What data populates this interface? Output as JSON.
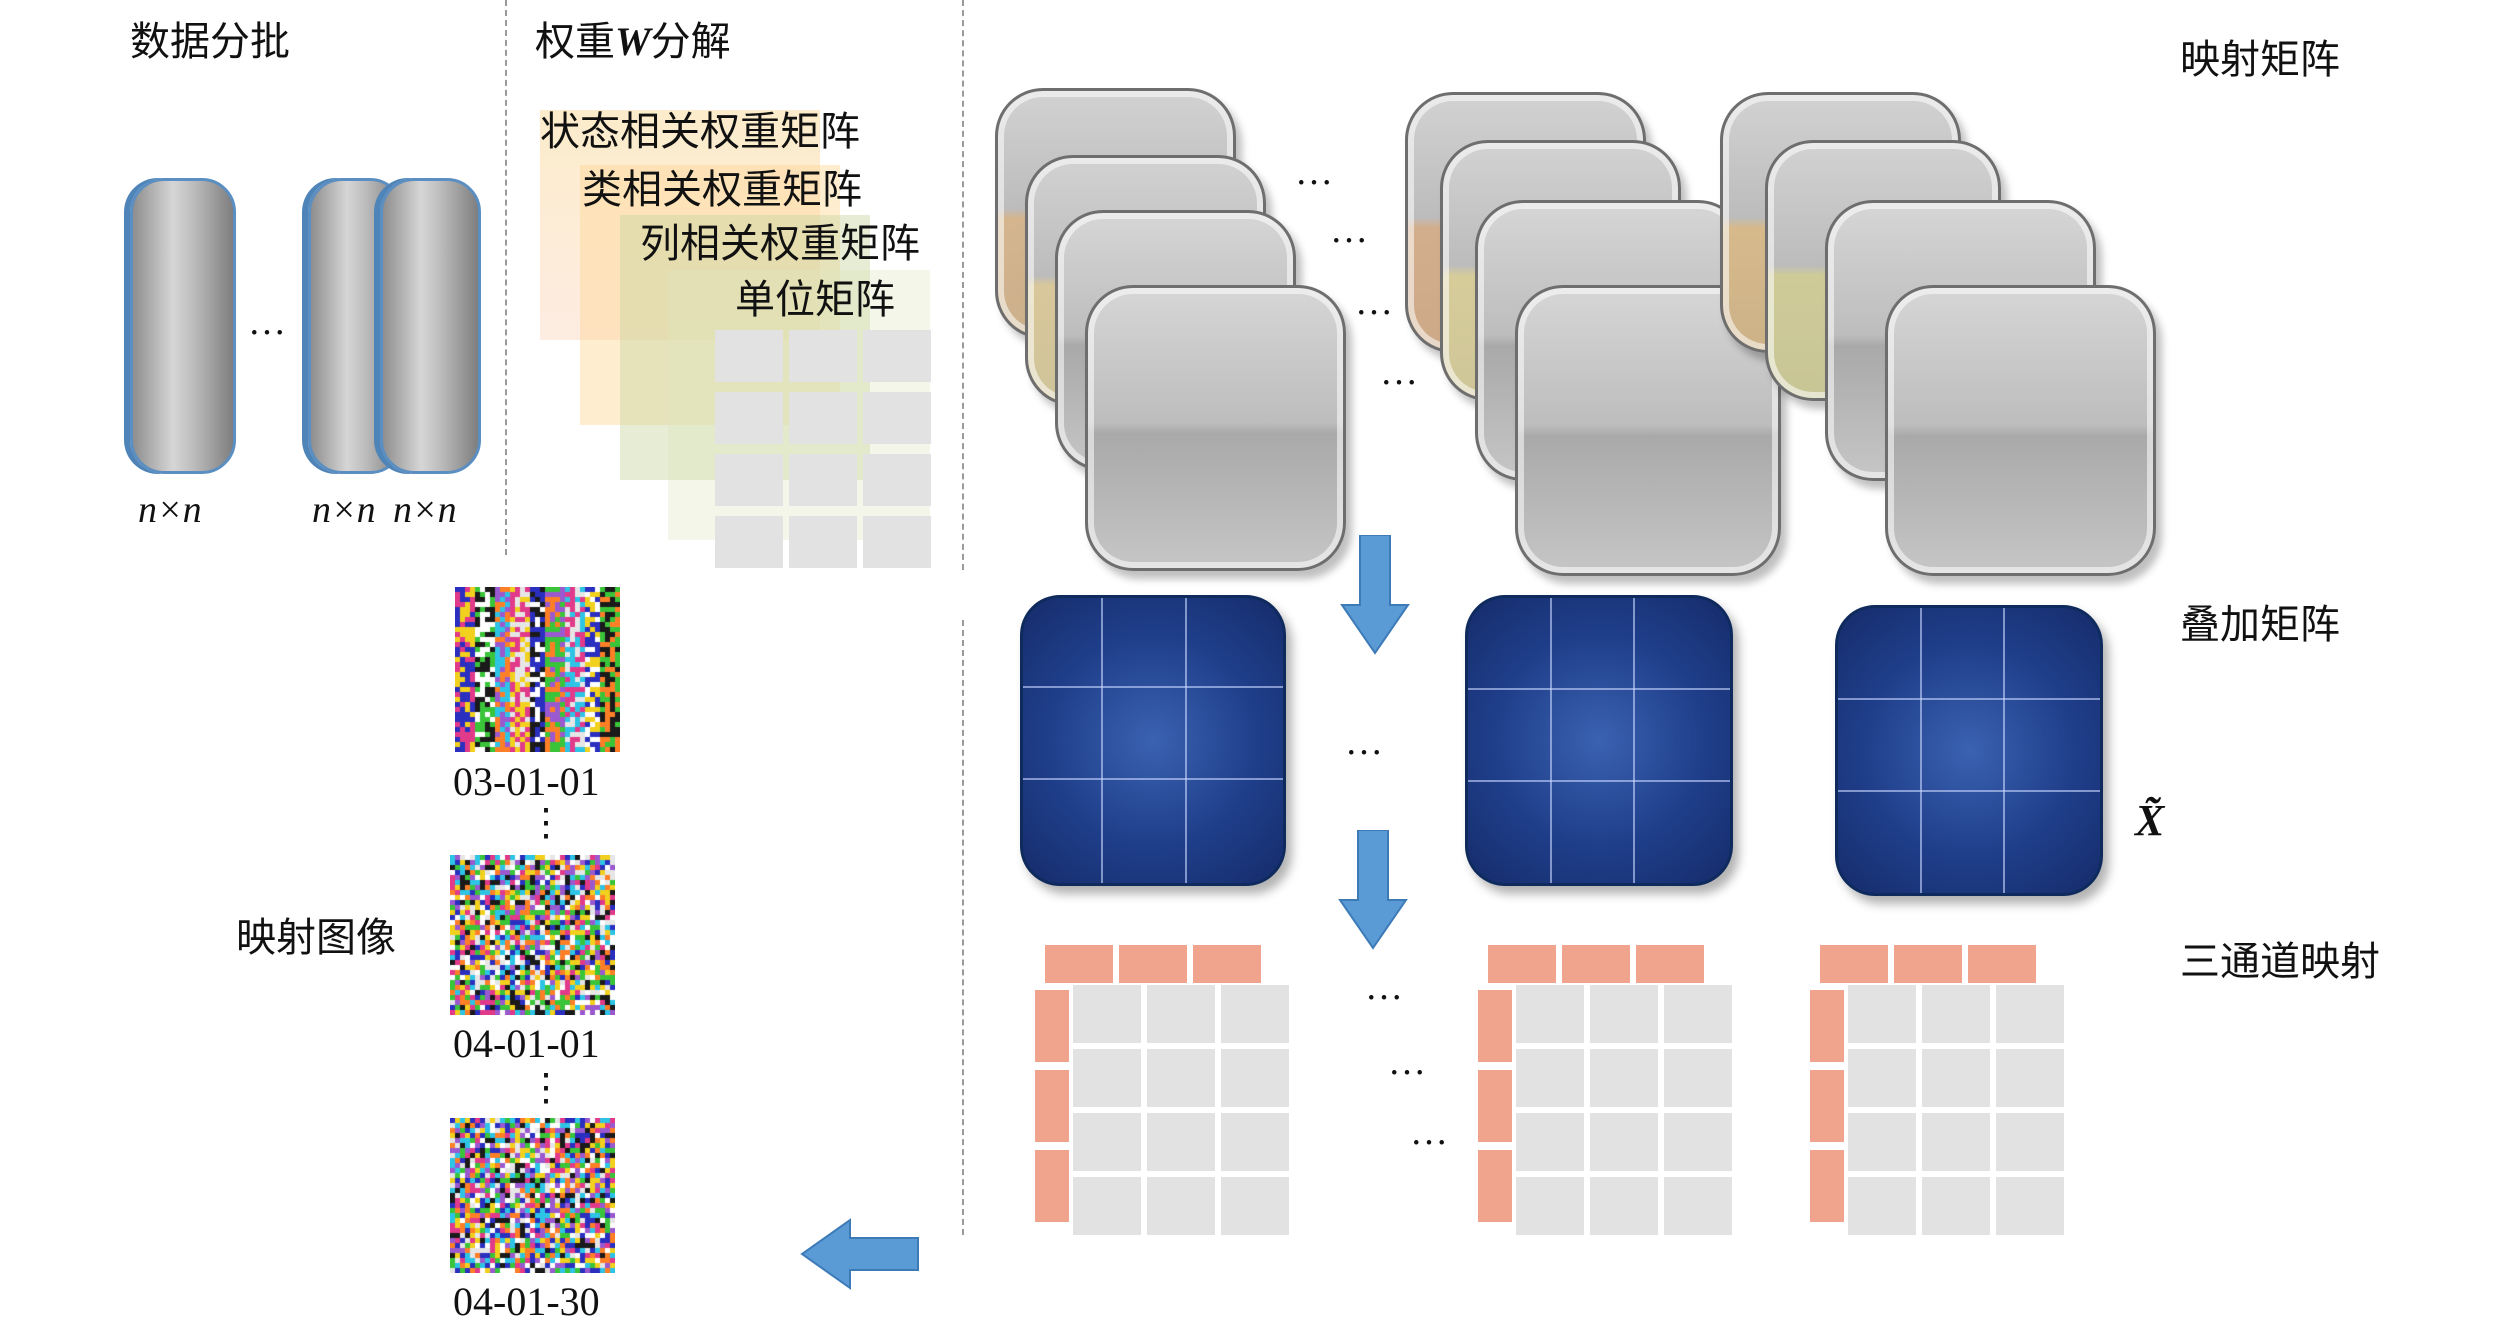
{
  "sections": {
    "batch_title": "数据分批",
    "weight_title_pre": "权重",
    "weight_title_var": "W",
    "weight_title_post": "分解",
    "mapping_matrix": "映射矩阵",
    "stacked_matrix": "叠加矩阵",
    "tilde_x": "X̃",
    "three_channel": "三通道映射",
    "mapped_images": "映射图像"
  },
  "weight_layers": [
    "状态相关权重矩阵",
    "类相关权重矩阵",
    "列相关权重矩阵",
    "单位矩阵"
  ],
  "batch_sizes": [
    "n×n",
    "n×n",
    "n×n"
  ],
  "image_labels": [
    "03-01-01",
    "04-01-01",
    "04-01-30"
  ],
  "ellipsis_h": "…",
  "ellipsis_v": "⋮",
  "colors": {
    "arrow_blue": "#5b9bd5",
    "stacked_blue": "#1f3e8a",
    "salmon": "#f0a48e",
    "separator": "#9a9a9a"
  }
}
